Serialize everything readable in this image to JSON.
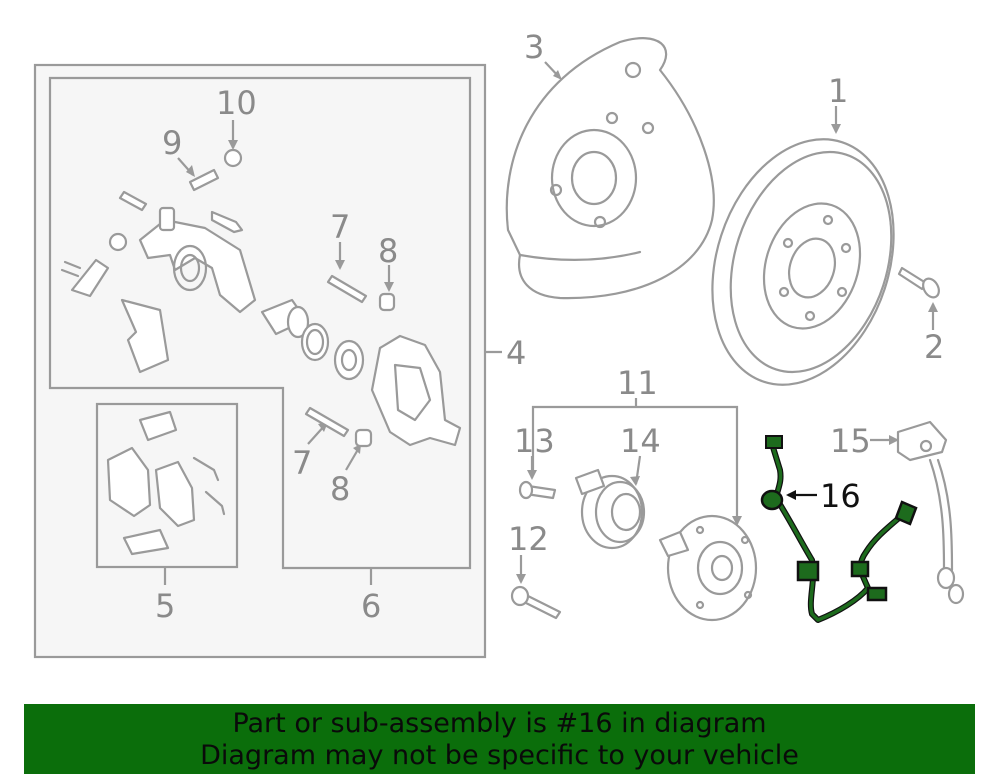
{
  "callouts": [
    "1",
    "2",
    "3",
    "4",
    "5",
    "6",
    "7",
    "7",
    "8",
    "8",
    "9",
    "10",
    "11",
    "12",
    "13",
    "14",
    "15",
    "16"
  ],
  "banner": {
    "line1": "Part or sub-assembly is #16 in diagram",
    "line2": "Diagram may not be specific to your vehicle",
    "color": "#0b6e0b"
  },
  "highlight": {
    "part_number": "16",
    "color": "#1d6b1d"
  }
}
